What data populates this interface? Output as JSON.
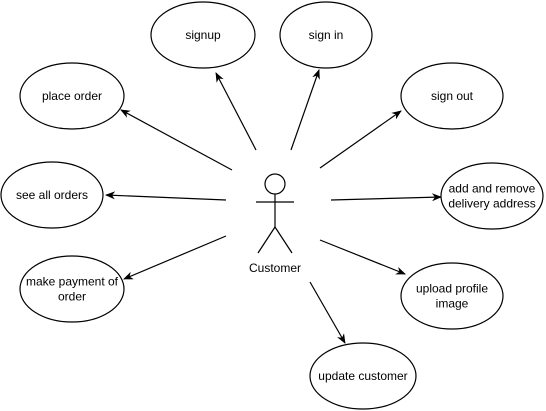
{
  "actor": {
    "label": "Customer"
  },
  "use_cases": [
    {
      "id": "signup",
      "lines": [
        "signup"
      ]
    },
    {
      "id": "sign-in",
      "lines": [
        "sign in"
      ]
    },
    {
      "id": "place-order",
      "lines": [
        "place order"
      ]
    },
    {
      "id": "sign-out",
      "lines": [
        "sign out"
      ]
    },
    {
      "id": "see-all-orders",
      "lines": [
        "see all orders"
      ]
    },
    {
      "id": "add-remove-delivery-address",
      "lines": [
        "add and remove",
        "delivery address"
      ]
    },
    {
      "id": "make-payment",
      "lines": [
        "make payment of",
        "order"
      ]
    },
    {
      "id": "upload-profile-image",
      "lines": [
        "upload profile",
        "image"
      ]
    },
    {
      "id": "update-customer",
      "lines": [
        "update customer"
      ]
    }
  ],
  "colors": {
    "stroke": "#000000",
    "fill": "#ffffff"
  }
}
